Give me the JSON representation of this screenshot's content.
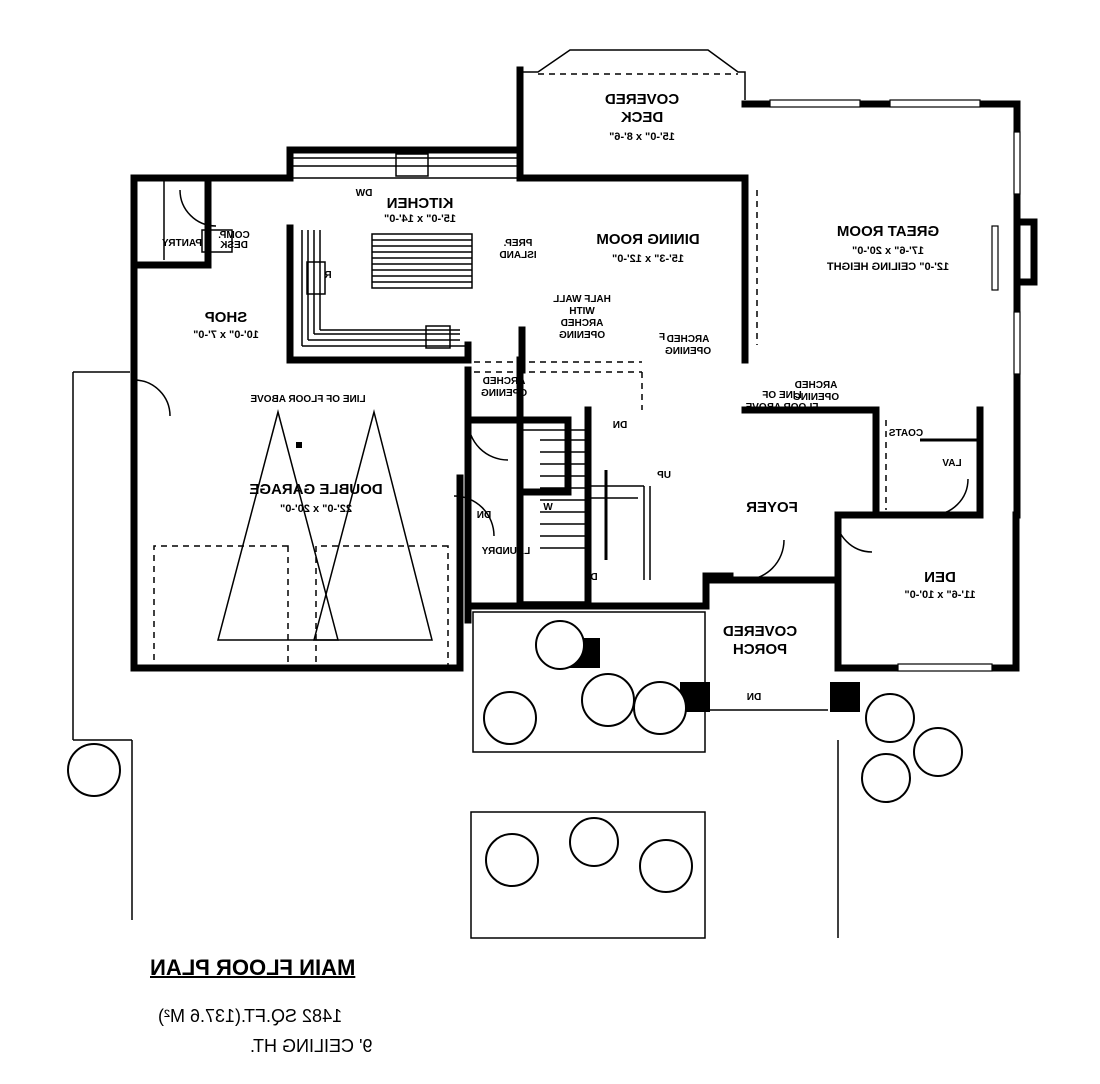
{
  "plan": {
    "title": "MAIN FLOOR PLAN",
    "area": "1482 SQ.FT.(137.6 M²)",
    "ceiling": "9' CEILING HT."
  },
  "rooms": {
    "covered_deck": {
      "name1": "COVERED",
      "name2": "DECK",
      "dim": "15'-0\" x 8'-6\""
    },
    "kitchen": {
      "name": "KITCHEN",
      "dim": "15'-0\" x 14'-0\""
    },
    "dining": {
      "name": "DINING ROOM",
      "dim": "15'-3\" x 12'-0\""
    },
    "great_room": {
      "name": "GREAT ROOM",
      "dim": "17'-6\" x 20'-0\"",
      "note": "12'-0\" CEILING HEIGHT"
    },
    "shop": {
      "name": "SHOP",
      "dim": "10'-0\" x 7'-0\""
    },
    "garage": {
      "name": "DOUBLE GARAGE",
      "dim": "22'-0\" x 20'-0\""
    },
    "foyer": {
      "name": "FOYER"
    },
    "den": {
      "name": "DEN",
      "dim": "11'-6\" x 10'-0\""
    },
    "porch": {
      "name1": "COVERED",
      "name2": "PORCH"
    },
    "laundry": {
      "name": "LAUNDRY"
    },
    "lav": {
      "name": "LAV"
    }
  },
  "labels": {
    "pantry": "PANTRY",
    "comp": "COMP.",
    "desk": "DESK",
    "dw": "DW",
    "prep": "PREP.",
    "island": "ISLAND",
    "r": "R",
    "f": "F",
    "half_wall": [
      "HALF WALL",
      "WITH",
      "ARCHED",
      "OPENING"
    ],
    "arched": "ARCHED",
    "opening": "OPENING",
    "line_floor_above": "LINE OF FLOOR ABOVE",
    "line_of": "LINE OF",
    "floor_above": "FLOOR ABOVE",
    "coats": "COATS",
    "dn": "DN",
    "up": "UP",
    "w": "W",
    "d": "D"
  }
}
